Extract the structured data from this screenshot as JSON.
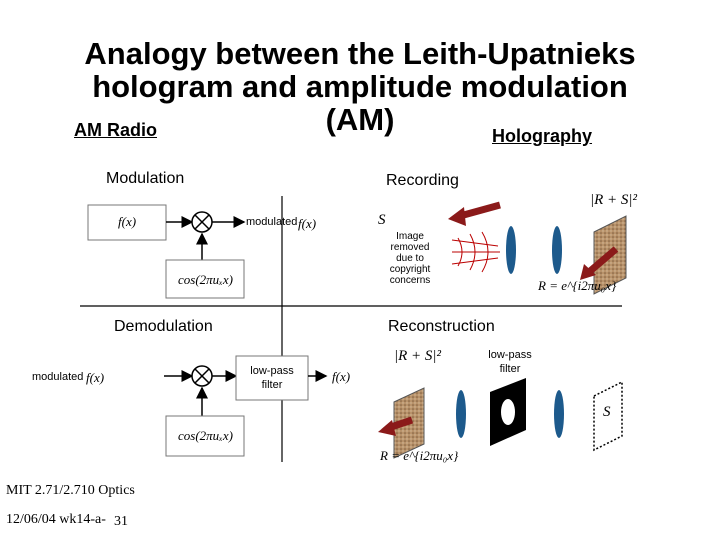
{
  "title": {
    "line1": "Analogy between the Leith-Upatnieks",
    "line2": "hologram and amplitude modulation",
    "line3": "(AM)"
  },
  "headers": {
    "left": "AM Radio",
    "right": "Holography"
  },
  "sections": {
    "modulation": "Modulation",
    "recording": "Recording",
    "demodulation": "Demodulation",
    "reconstruction": "Reconstruction"
  },
  "modulation_diagram": {
    "input": "f(x)",
    "carrier": "cos(2πuₓx)",
    "output_prefix": "modulated",
    "output_fn": "f(x)"
  },
  "demodulation_diagram": {
    "input_prefix": "modulated",
    "input_fn": "f(x)",
    "carrier": "cos(2πuₓx)",
    "filter": "low-pass\nfilter",
    "output": "f(x)"
  },
  "recording_diagram": {
    "s_label": "S",
    "image_note": "Image removed due to copyright concerns",
    "intensity_label": "|R + S|²",
    "reference_label": "R = e^{i2πu₀x}"
  },
  "reconstruction_diagram": {
    "intensity_label": "|R + S|²",
    "filter_label": "low-pass\nfilter",
    "s_label": "S",
    "reference_label": "R = e^{i2πu₀x}"
  },
  "footer": {
    "course": "MIT 2.71/2.710 Optics",
    "date": "12/06/04 wk14-a-",
    "page": "31"
  },
  "colors": {
    "arrow": "#8b1a1a",
    "lens": "#1d5a8c",
    "hologram": "#b8926a"
  }
}
